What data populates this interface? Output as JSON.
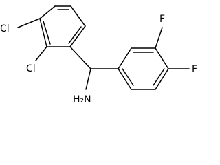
{
  "molecule": {
    "atoms": {
      "cl_top": "Cl",
      "cl_bottom": "Cl",
      "f_top": "F",
      "f_bottom": "F",
      "nh2": "H₂N"
    }
  }
}
